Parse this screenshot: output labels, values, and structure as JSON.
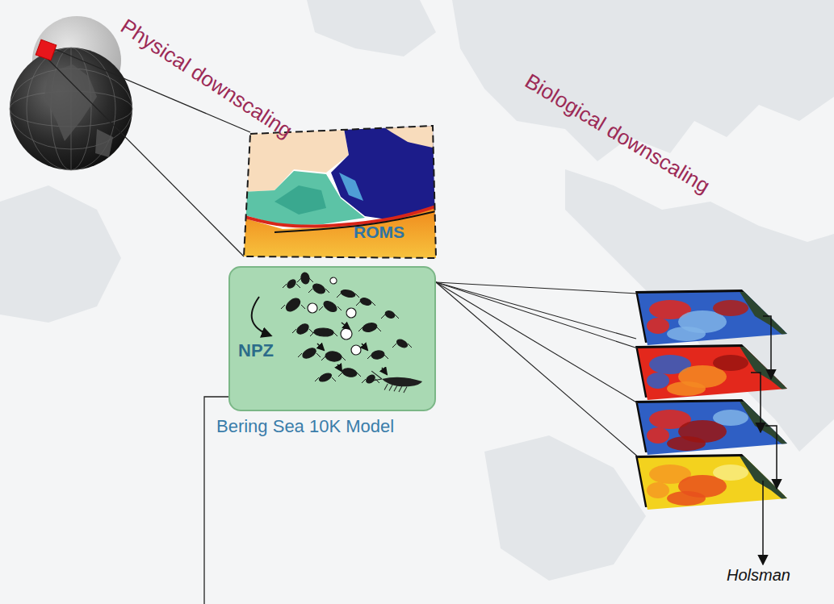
{
  "diagram": {
    "nodes": [
      {
        "text": [
          "ROMS"
        ]
      },
      {
        "text": [
          "NPZ",
          "Bering Sea 10K Model"
        ]
      }
    ],
    "labels": [
      "Physical downscaling",
      "Biological downscaling",
      "Holsman"
    ]
  }
}
